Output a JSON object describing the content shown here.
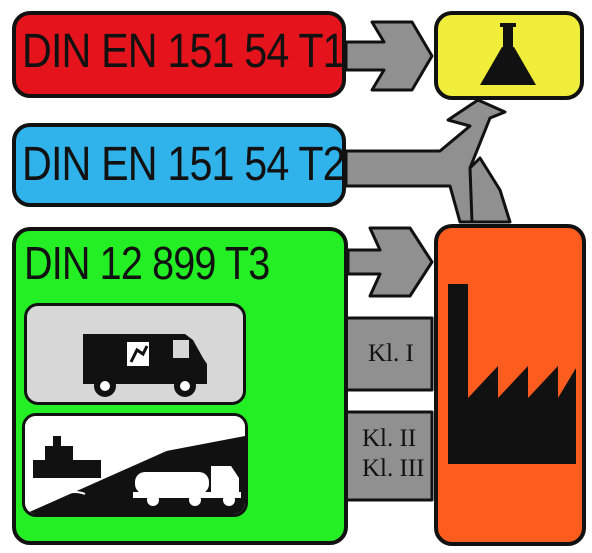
{
  "boxes": {
    "t1": {
      "label": "DIN EN 151 54 T1",
      "color": "#e5141c"
    },
    "t2": {
      "label": "DIN EN 151 54 T2",
      "color": "#2fb3ea"
    },
    "t3": {
      "label": "DIN 12 899 T3",
      "color": "#24ee24"
    },
    "lab": {
      "color": "#f0ee3a",
      "icon": "flask-icon"
    },
    "factory": {
      "color": "#fc5c1e",
      "icon": "factory-icon"
    }
  },
  "panels": {
    "van": {
      "icon": "service-van-icon",
      "color": "#d7d7d7"
    },
    "transport": {
      "icon": "ship-and-tanker-truck-icon"
    }
  },
  "arrows": {
    "color": "#909090",
    "class_1": "Kl. I",
    "class_2": "Kl. II",
    "class_3": "Kl. III"
  }
}
